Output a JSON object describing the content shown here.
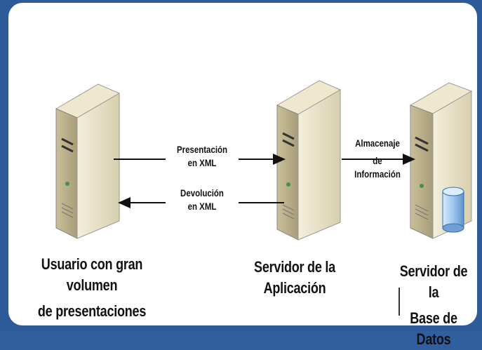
{
  "nodes": {
    "user": {
      "label_line1": "Usuario con gran volumen",
      "label_line2": "de presentaciones"
    },
    "app_server": {
      "label": "Servidor de la Aplicación"
    },
    "db_server": {
      "label_line1": "Servidor de la",
      "label_line2": "Base de Datos"
    }
  },
  "edges": {
    "presentacion": {
      "line1": "Presentación",
      "line2": "en XML"
    },
    "devolucion": {
      "line1": "Devolución",
      "line2": "en XML"
    },
    "almacenaje": {
      "line1": "Almacenaje",
      "line2": "de",
      "line3": "Información"
    }
  },
  "colors": {
    "frame": "#2d5b99",
    "server_body": "#e9e2c9",
    "server_shadow": "#bdb391",
    "database": "#9fc6ee"
  },
  "icons": [
    "server-icon",
    "server-icon",
    "server-icon",
    "database-icon"
  ]
}
